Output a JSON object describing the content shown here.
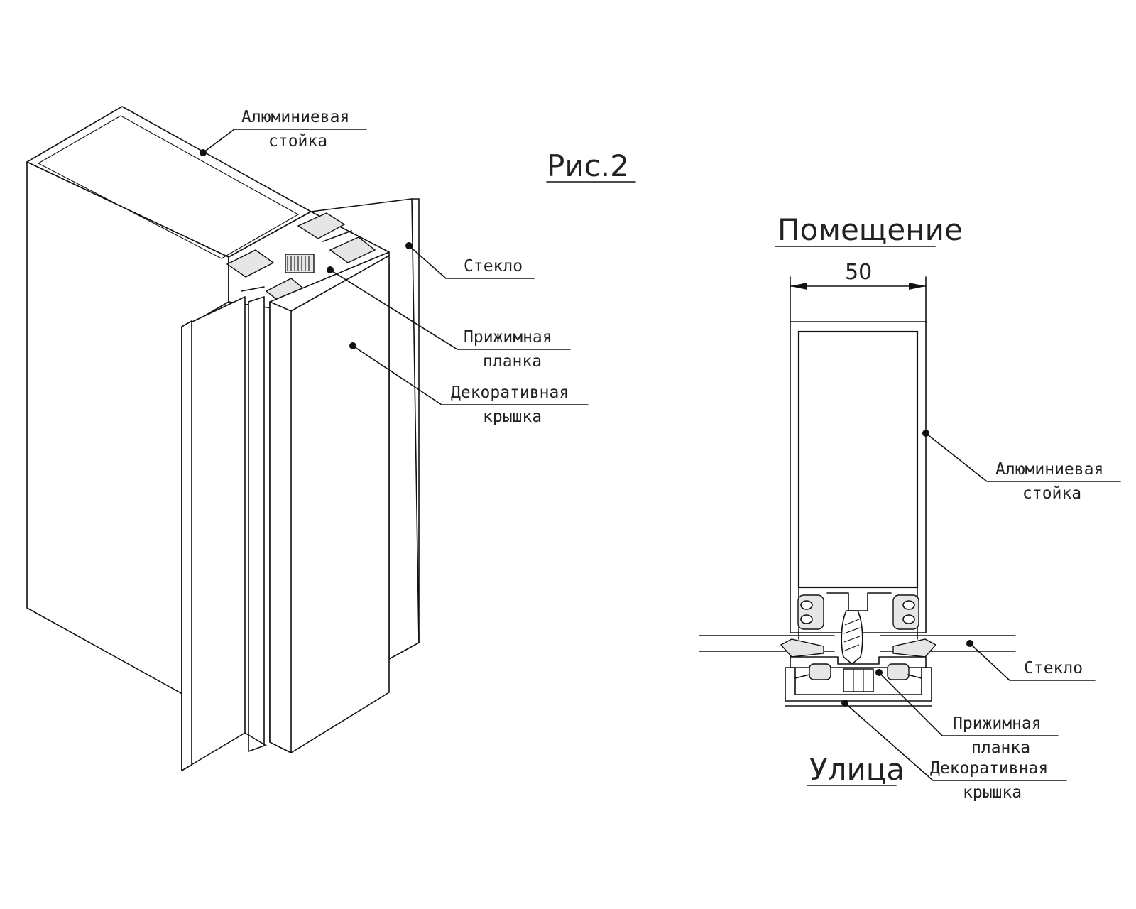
{
  "figure": {
    "title": "Рис.2"
  },
  "isometric": {
    "labels": {
      "mullion": [
        "Алюминиевая",
        "стойка"
      ],
      "glass": "Стекло",
      "pressure_plate": [
        "Прижимная",
        "планка"
      ],
      "cover": [
        "Декоративная",
        "крышка"
      ]
    }
  },
  "section": {
    "room_label": "Помещение",
    "street_label": "Улица",
    "dimension": "50",
    "labels": {
      "mullion": [
        "Алюминиевая",
        "стойка"
      ],
      "glass": "Стекло",
      "pressure_plate": [
        "Прижимная",
        "планка"
      ],
      "cover": [
        "Декоративная",
        "крышка"
      ]
    }
  }
}
